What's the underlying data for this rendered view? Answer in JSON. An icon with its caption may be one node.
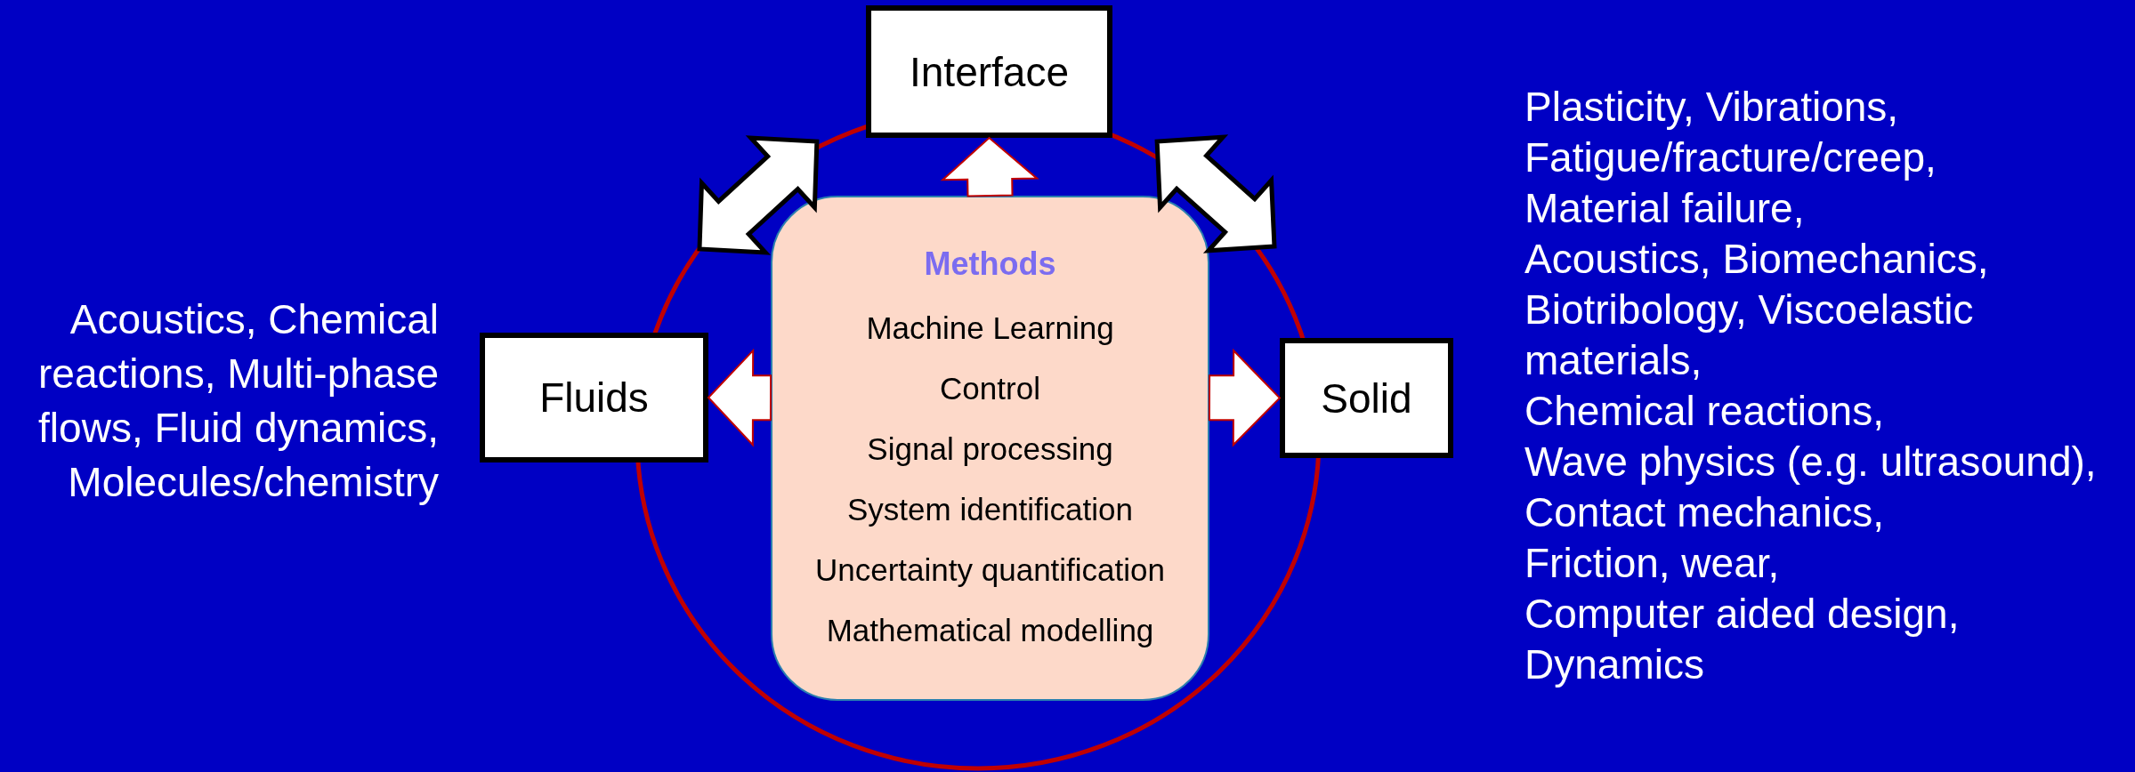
{
  "diagram": {
    "nodes": [
      {
        "text": [
          "Interface"
        ]
      },
      {
        "text": [
          "Fluids"
        ],
        "beside": [
          "Acoustics, Chemical reactions, Multi-phase flows, Fluid dynamics, Molecules/chemistry"
        ]
      },
      {
        "text": [
          "Methods",
          "Machine Learning",
          "Control",
          "Signal processing",
          "System identification",
          "Uncertainty quantification",
          "Mathematical modelling"
        ]
      },
      {
        "text": [
          "Solid"
        ],
        "beside": [
          "Plasticity, Vibrations,",
          "Fatigue/fracture/creep,",
          "Material failure,",
          "Acoustics, Biomechanics,",
          "Biotribology, Viscoelastic materials,",
          "Chemical reactions,",
          "Wave physics (e.g. ultrasound),",
          "Contact mechanics,",
          "Friction, wear,",
          "Computer aided design,",
          "Dynamics"
        ]
      }
    ],
    "edges": [
      {
        "from": 2,
        "to": 0,
        "arrow": "to"
      },
      {
        "from": 1,
        "to": 0,
        "arrow": "both",
        "style": "thick",
        "color": "#000000"
      },
      {
        "from": 3,
        "to": 0,
        "arrow": "both",
        "style": "thick",
        "color": "#000000"
      },
      {
        "from": 2,
        "to": 1,
        "arrow": "to"
      },
      {
        "from": 2,
        "to": 3,
        "arrow": "to"
      }
    ]
  }
}
